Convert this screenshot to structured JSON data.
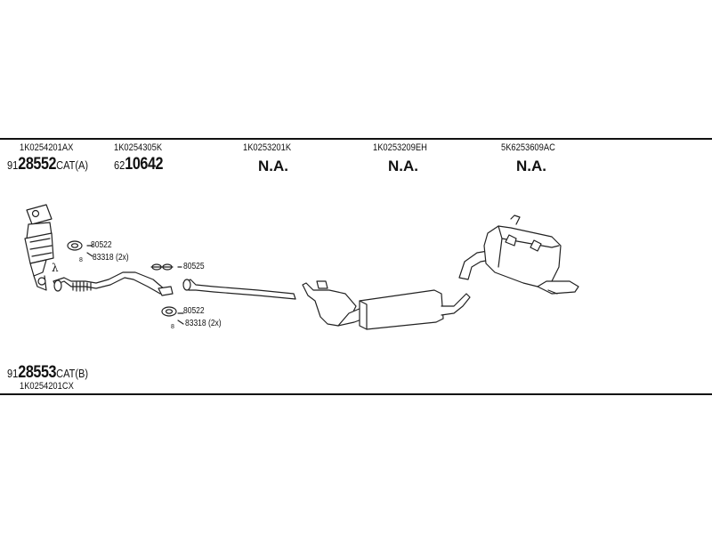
{
  "columns": [
    {
      "oe": "1K0254201AX",
      "prefix": "91",
      "bold": "28552",
      "suffix": "CAT(A)"
    },
    {
      "oe": "1K0254305K",
      "prefix": "62",
      "bold": "10642",
      "suffix": ""
    },
    {
      "oe": "1K0253201K",
      "na": "N.A."
    },
    {
      "oe": "1K0253209EH",
      "na": "N.A."
    },
    {
      "oe": "5K6253609AC",
      "na": "N.A."
    }
  ],
  "lambda": "λ",
  "callouts": {
    "upper_gasket": "80522",
    "upper_bolt": "83318 (2x)",
    "upper_bolt_prefix": "8",
    "middle_gasket": "80525",
    "lower_gasket": "80522",
    "lower_bolt": "83318 (2x)",
    "lower_bolt_prefix": "8"
  },
  "bottom": {
    "prefix": "91",
    "bold": "28553",
    "suffix": "CAT(B)",
    "oe": "1K0254201CX"
  }
}
